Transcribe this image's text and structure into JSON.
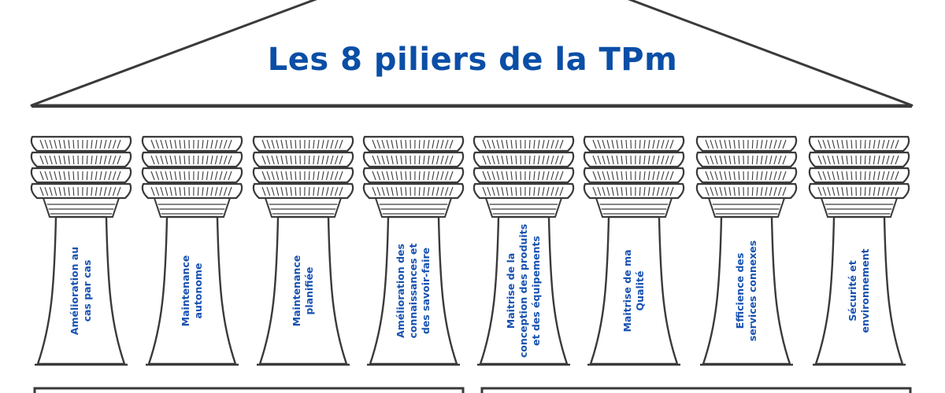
{
  "title": "Les 8 piliers de la TPm",
  "colors": {
    "title": "#0a4ea6",
    "label": "#1752b0",
    "stroke": "#3a3a3a",
    "fill": "#ffffff"
  },
  "pillars": [
    {
      "label": "Amélioration au\ncas par cas"
    },
    {
      "label": "Maintenance\nautonome"
    },
    {
      "label": "Maintenance\nplanifiée"
    },
    {
      "label": "Amélioration des\nconnaissances et\ndes savoir-faire"
    },
    {
      "label": "Maitrise de la\nconception des produits\net des équipements"
    },
    {
      "label": "Maitrise de ma\nQualité"
    },
    {
      "label": "Efficience des\nservices connexes"
    },
    {
      "label": "Sécurité et\nenvironnement"
    }
  ]
}
